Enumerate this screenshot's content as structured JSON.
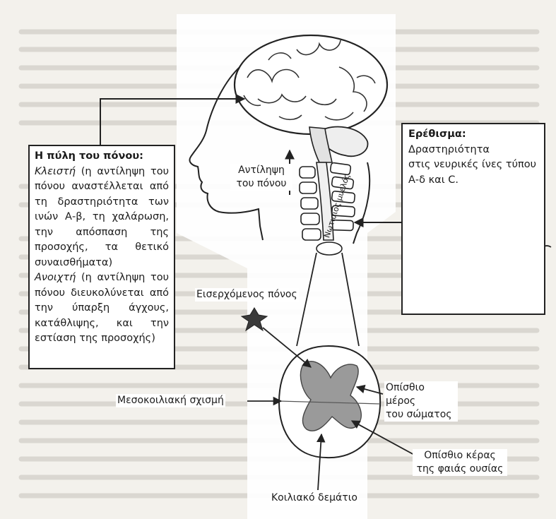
{
  "gate_box": {
    "title": "Η πύλη του πόνου:",
    "closed_term": "Κλειστή",
    "closed_text": "(η αντίληψη του πόνου αναστέλλεται από τη δραστηριότητα των ινών Α-β, τη χαλάρωση, την απόσπαση της προσοχής, τα θετικό συναισθήματα)",
    "open_term": "Ανοιχτή",
    "open_text": "(η αντίληψη του πόνου διευκολύνεται από την ύπαρξη άγχους, κατάθλιψης, και την εστίαση της προσοχής)"
  },
  "stimulus_box": {
    "title": "Ερέθισμα:",
    "line1": "Δραστηριότητα",
    "line2": "στις νευρικές ίνες τύπου",
    "line3": "Α-δ και C."
  },
  "labels": {
    "perception_line1": "Αντίληψη",
    "perception_line2": "του πόνου",
    "spinal_cord": "Νωτιαίος μυελός",
    "incoming_pain": "Εισερχόμενος πόνος",
    "posterior_line1": "Οπίσθιο μέρος",
    "posterior_line2": "του σώματος",
    "median_fissure": "Μεσοκοιλιακή σχισμή",
    "dorsal_horn_line1": "Οπίσθιο κέρας",
    "dorsal_horn_line2": "της φαιάς ουσίας",
    "ventral_root": "Κοιλιακό δεμάτιο"
  },
  "colors": {
    "ink": "#222222",
    "grey_matter": "#9a9a9a",
    "star": "#3a3a3a",
    "page": "#f3f1ec"
  }
}
